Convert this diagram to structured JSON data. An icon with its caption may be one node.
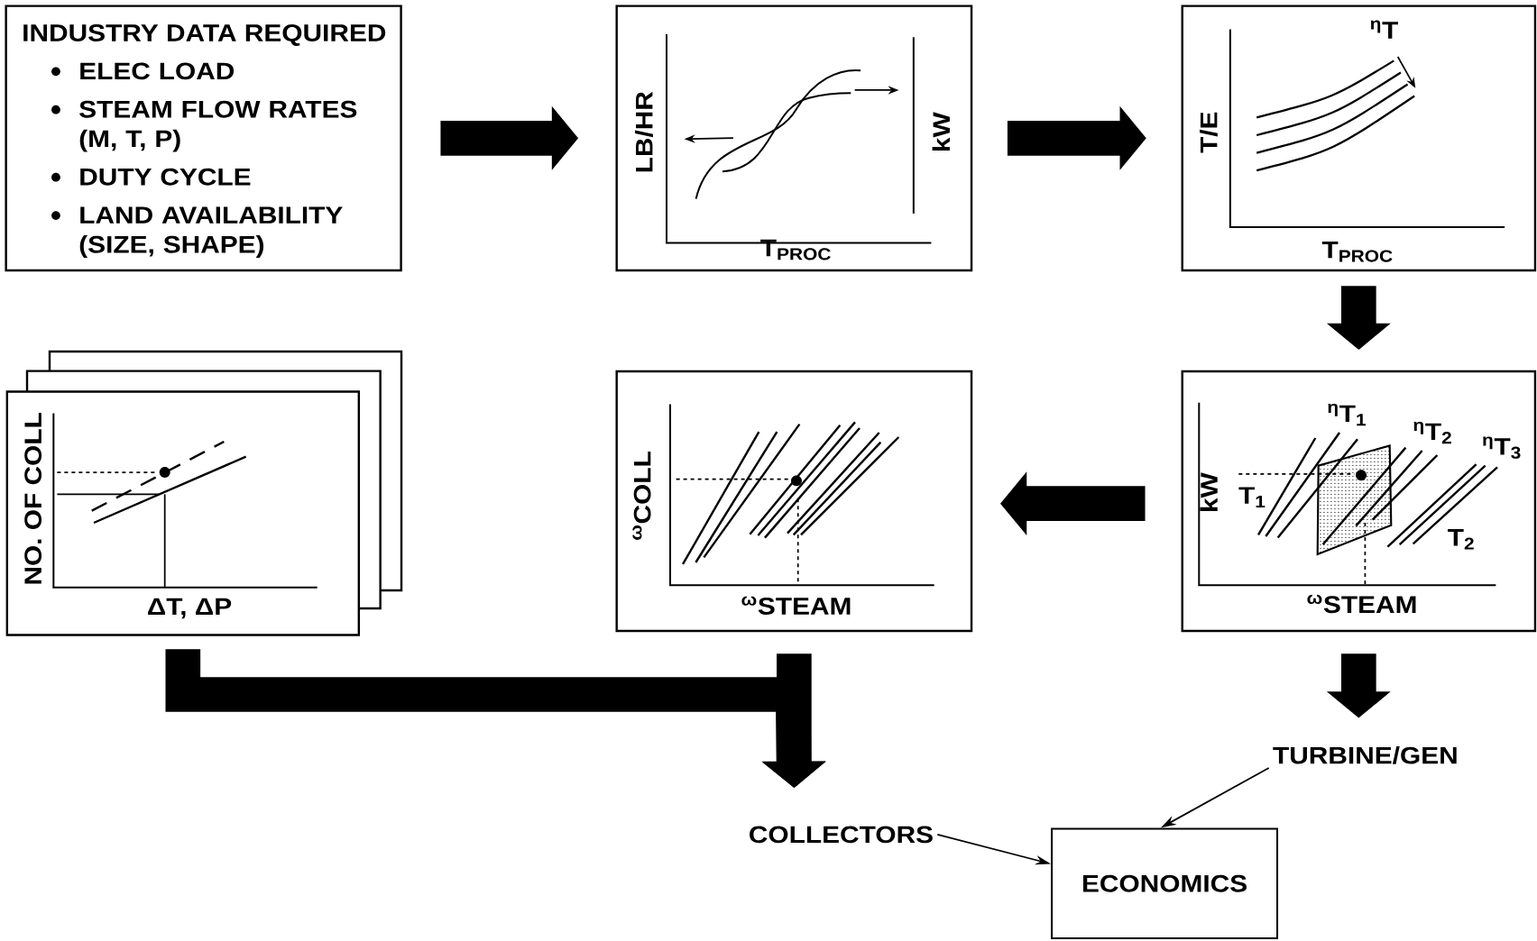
{
  "diagram": {
    "nodes": [
      {
        "text": [
          "INDUSTRY DATA REQUIRED",
          "ELEC LOAD",
          "STEAM FLOW RATES (M, T, P)",
          "DUTY CYCLE",
          "LAND AVAILABILITY (SIZE, SHAPE)"
        ]
      },
      {
        "text": [
          "LB/HR",
          "kW",
          "T$_{PROC}$"
        ]
      },
      {
        "text": [
          "$^{η}$T",
          "T/E",
          "T$_{PROC}$"
        ]
      },
      {
        "text": [
          "$^{η}$T$_{1}$",
          "$^{η}$T$_{2}$",
          "$^{η}$T$_{3}$",
          "kW",
          "T$_{1}$",
          "T$_{2}$",
          "$^{ω}$STEAM"
        ]
      },
      {
        "text": [
          "$^{ω}$COLL",
          "$^{ω}$STEAM"
        ]
      },
      {
        "text": [
          "NO. OF COLL",
          "ΔT, ΔP"
        ]
      },
      {
        "text": [
          "COLLECTORS"
        ]
      },
      {
        "text": [
          "TURBINE/GEN"
        ]
      },
      {
        "text": [
          "ECONOMICS"
        ]
      }
    ],
    "edges": [
      {
        "from": 0,
        "to": 1,
        "arrow": "to"
      },
      {
        "from": 1,
        "to": 2,
        "arrow": "to"
      },
      {
        "from": 2,
        "to": 3,
        "arrow": "to"
      },
      {
        "from": 3,
        "to": 4,
        "arrow": "to"
      },
      {
        "from": 3,
        "to": 7,
        "arrow": "to"
      },
      {
        "from": 4,
        "to": 6,
        "arrow": "to"
      },
      {
        "from": 5,
        "to": 6,
        "arrow": "to"
      },
      {
        "from": 6,
        "to": 8,
        "arrow": "to"
      },
      {
        "from": 7,
        "to": 8,
        "arrow": "to"
      }
    ]
  }
}
